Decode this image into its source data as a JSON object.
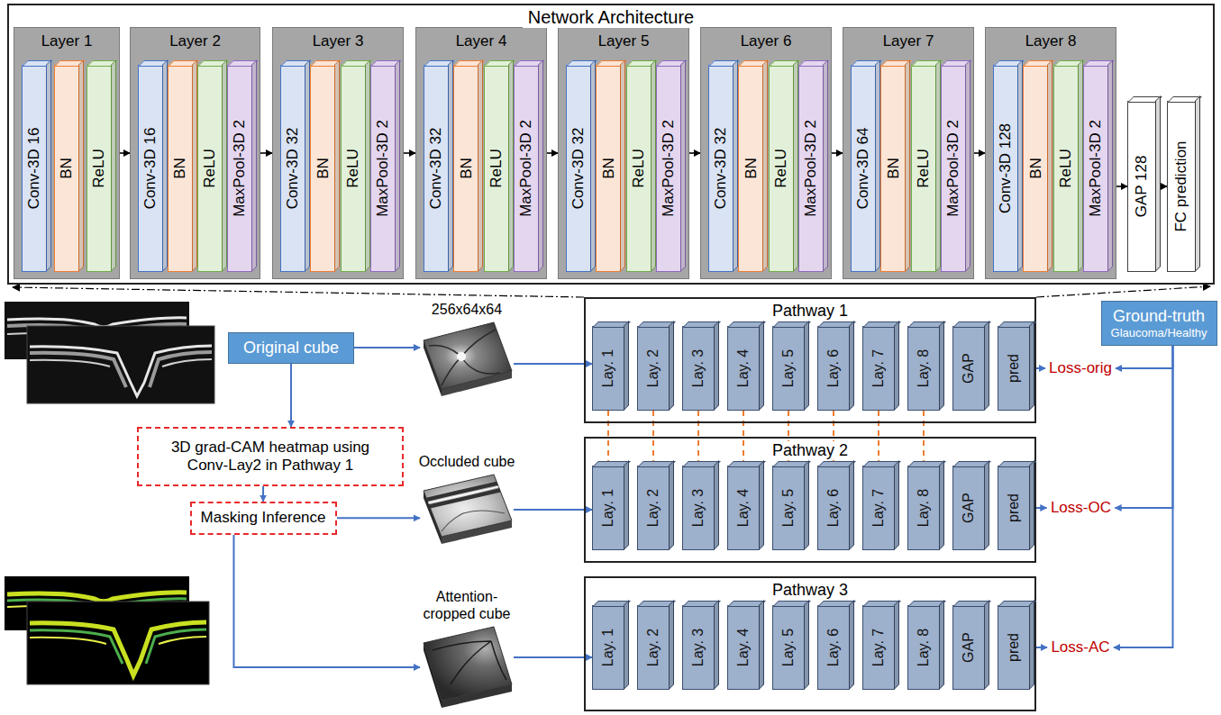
{
  "diagram": {
    "nodes": [
      {
        "text": [
          "Network Architecture"
        ]
      },
      {
        "text": [
          "Layer 1"
        ],
        "in": 0
      },
      {
        "text": [
          "Conv-3D 16"
        ],
        "in": 1
      },
      {
        "text": [
          "BN"
        ],
        "in": 1
      },
      {
        "text": [
          "ReLU"
        ],
        "in": 1
      },
      {
        "text": [
          "Layer 2"
        ],
        "in": 0
      },
      {
        "text": [
          "Conv-3D 16"
        ],
        "in": 5
      },
      {
        "text": [
          "BN"
        ],
        "in": 5
      },
      {
        "text": [
          "ReLU"
        ],
        "in": 5
      },
      {
        "text": [
          "MaxPool-3D 2"
        ],
        "in": 5
      },
      {
        "text": [
          "Layer 3"
        ],
        "in": 0
      },
      {
        "text": [
          "Conv-3D 32"
        ],
        "in": 10
      },
      {
        "text": [
          "BN"
        ],
        "in": 10
      },
      {
        "text": [
          "ReLU"
        ],
        "in": 10
      },
      {
        "text": [
          "MaxPool-3D 2"
        ],
        "in": 10
      },
      {
        "text": [
          "Layer 4"
        ],
        "in": 0
      },
      {
        "text": [
          "Conv-3D 32"
        ],
        "in": 15
      },
      {
        "text": [
          "BN"
        ],
        "in": 15
      },
      {
        "text": [
          "ReLU"
        ],
        "in": 15
      },
      {
        "text": [
          "MaxPool-3D 2"
        ],
        "in": 15
      },
      {
        "text": [
          "Layer 5"
        ],
        "in": 0
      },
      {
        "text": [
          "Conv-3D 32"
        ],
        "in": 20
      },
      {
        "text": [
          "BN"
        ],
        "in": 20
      },
      {
        "text": [
          "ReLU"
        ],
        "in": 20
      },
      {
        "text": [
          "MaxPool-3D 2"
        ],
        "in": 20
      },
      {
        "text": [
          "Layer 6"
        ],
        "in": 0
      },
      {
        "text": [
          "Conv-3D 32"
        ],
        "in": 25
      },
      {
        "text": [
          "BN"
        ],
        "in": 25
      },
      {
        "text": [
          "ReLU"
        ],
        "in": 25
      },
      {
        "text": [
          "MaxPool-3D 2"
        ],
        "in": 25
      },
      {
        "text": [
          "Layer 7"
        ],
        "in": 0
      },
      {
        "text": [
          "Conv-3D 64"
        ],
        "in": 30
      },
      {
        "text": [
          "BN"
        ],
        "in": 30
      },
      {
        "text": [
          "ReLU"
        ],
        "in": 30
      },
      {
        "text": [
          "MaxPool-3D 2"
        ],
        "in": 30
      },
      {
        "text": [
          "Layer 8"
        ],
        "in": 0
      },
      {
        "text": [
          "Conv-3D 128"
        ],
        "in": 35
      },
      {
        "text": [
          "BN"
        ],
        "in": 35
      },
      {
        "text": [
          "ReLU"
        ],
        "in": 35
      },
      {
        "text": [
          "MaxPool-3D 2"
        ],
        "in": 35
      },
      {
        "text": [
          "GAP 128"
        ],
        "in": 0
      },
      {
        "text": [
          "FC prediction"
        ],
        "in": 0
      },
      {
        "text": [
          "Original cube"
        ]
      },
      {
        "text": [
          "256x64x64"
        ]
      },
      {
        "text": [
          "3D grad-CAM heatmap using Conv-Lay2 in Pathway 1"
        ]
      },
      {
        "text": [
          "Masking Inference"
        ]
      },
      {
        "text": [
          "Occluded cube"
        ]
      },
      {
        "text": [
          "Attention-cropped cube"
        ]
      },
      {
        "text": [
          "Pathway 1"
        ]
      },
      {
        "text": [
          "Lay. 1"
        ],
        "in": 48
      },
      {
        "text": [
          "Lay. 2"
        ],
        "in": 48
      },
      {
        "text": [
          "Lay. 3"
        ],
        "in": 48
      },
      {
        "text": [
          "Lay. 4"
        ],
        "in": 48
      },
      {
        "text": [
          "Lay. 5"
        ],
        "in": 48
      },
      {
        "text": [
          "Lay. 6"
        ],
        "in": 48
      },
      {
        "text": [
          "Lay. 7"
        ],
        "in": 48
      },
      {
        "text": [
          "Lay. 8"
        ],
        "in": 48
      },
      {
        "text": [
          "GAP"
        ],
        "in": 48
      },
      {
        "text": [
          "pred"
        ],
        "in": 48
      },
      {
        "text": [
          "Loss-orig"
        ]
      },
      {
        "text": [
          "Pathway 2"
        ]
      },
      {
        "text": [
          "Lay. 1"
        ],
        "in": 60
      },
      {
        "text": [
          "Lay. 2"
        ],
        "in": 60
      },
      {
        "text": [
          "Lay. 3"
        ],
        "in": 60
      },
      {
        "text": [
          "Lay. 4"
        ],
        "in": 60
      },
      {
        "text": [
          "Lay. 5"
        ],
        "in": 60
      },
      {
        "text": [
          "Lay. 6"
        ],
        "in": 60
      },
      {
        "text": [
          "Lay. 7"
        ],
        "in": 60
      },
      {
        "text": [
          "Lay. 8"
        ],
        "in": 60
      },
      {
        "text": [
          "GAP"
        ],
        "in": 60
      },
      {
        "text": [
          "pred"
        ],
        "in": 60
      },
      {
        "text": [
          "Loss-OC"
        ]
      },
      {
        "text": [
          "Pathway 3"
        ]
      },
      {
        "text": [
          "Lay. 1"
        ],
        "in": 72
      },
      {
        "text": [
          "Lay. 2"
        ],
        "in": 72
      },
      {
        "text": [
          "Lay. 3"
        ],
        "in": 72
      },
      {
        "text": [
          "Lay. 4"
        ],
        "in": 72
      },
      {
        "text": [
          "Lay. 5"
        ],
        "in": 72
      },
      {
        "text": [
          "Lay. 6"
        ],
        "in": 72
      },
      {
        "text": [
          "Lay. 7"
        ],
        "in": 72
      },
      {
        "text": [
          "Lay. 8"
        ],
        "in": 72
      },
      {
        "text": [
          "GAP"
        ],
        "in": 72
      },
      {
        "text": [
          "pred"
        ],
        "in": 72
      },
      {
        "text": [
          "Loss-AC"
        ]
      },
      {
        "text": [
          "Ground-truth",
          "Glaucoma/Healthy"
        ]
      }
    ],
    "edges": [
      {
        "from": 1,
        "to": 5,
        "arrow": "to"
      },
      {
        "from": 5,
        "to": 10,
        "arrow": "to"
      },
      {
        "from": 10,
        "to": 15,
        "arrow": "to"
      },
      {
        "from": 15,
        "to": 20,
        "arrow": "to"
      },
      {
        "from": 20,
        "to": 25,
        "arrow": "to"
      },
      {
        "from": 25,
        "to": 30,
        "arrow": "to"
      },
      {
        "from": 30,
        "to": 35,
        "arrow": "to"
      },
      {
        "from": 35,
        "to": 40,
        "arrow": "to"
      },
      {
        "from": 40,
        "to": 41,
        "arrow": "to"
      },
      {
        "from": 42,
        "to": 43,
        "arrow": "to"
      },
      {
        "from": 43,
        "to": 49,
        "arrow": "to"
      },
      {
        "from": 42,
        "to": 44,
        "arrow": "to"
      },
      {
        "from": 44,
        "to": 45,
        "arrow": "to"
      },
      {
        "from": 45,
        "to": 46,
        "arrow": "to"
      },
      {
        "from": 46,
        "to": 61,
        "arrow": "to"
      },
      {
        "from": 45,
        "to": 47,
        "arrow": "to"
      },
      {
        "from": 47,
        "to": 73,
        "arrow": "to"
      },
      {
        "from": 49,
        "to": 61,
        "arrow": "none"
      },
      {
        "from": 50,
        "to": 62,
        "arrow": "none"
      },
      {
        "from": 51,
        "to": 63,
        "arrow": "none"
      },
      {
        "from": 52,
        "to": 64,
        "arrow": "none"
      },
      {
        "from": 53,
        "to": 65,
        "arrow": "none"
      },
      {
        "from": 54,
        "to": 66,
        "arrow": "none"
      },
      {
        "from": 55,
        "to": 67,
        "arrow": "none"
      },
      {
        "from": 56,
        "to": 68,
        "arrow": "none"
      },
      {
        "from": 58,
        "to": 59,
        "arrow": "to"
      },
      {
        "from": 70,
        "to": 71,
        "arrow": "to"
      },
      {
        "from": 82,
        "to": 83,
        "arrow": "to"
      },
      {
        "from": 84,
        "to": 59,
        "arrow": "to"
      },
      {
        "from": 84,
        "to": 71,
        "arrow": "to"
      },
      {
        "from": 84,
        "to": 83,
        "arrow": "to"
      }
    ]
  }
}
